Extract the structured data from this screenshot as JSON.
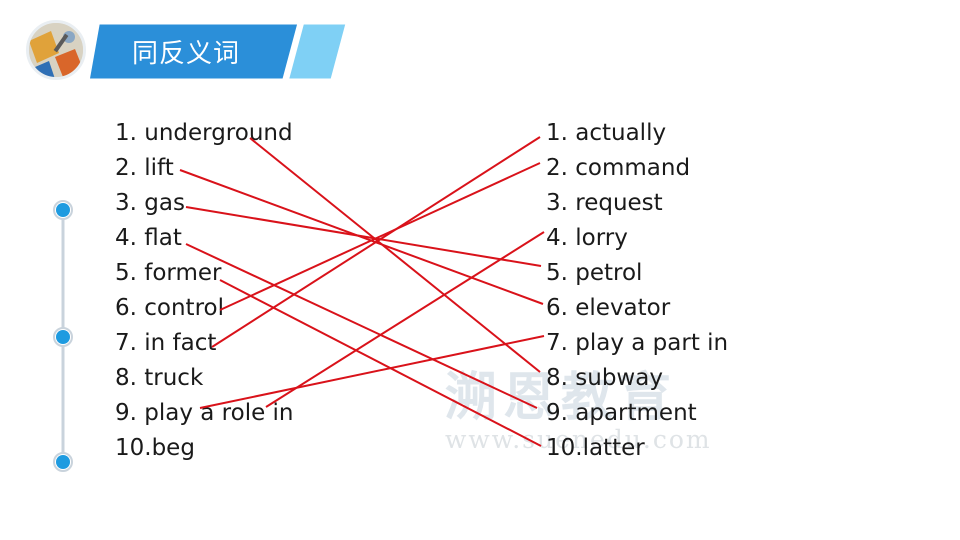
{
  "header": {
    "title": "同反义词"
  },
  "left_words": [
    "1. underground",
    "2. lift",
    "3. gas",
    "4. flat",
    "5. former",
    "6. control",
    "7. in fact",
    "8. truck",
    "9. play a role in",
    "10.beg"
  ],
  "right_words": [
    "1. actually",
    "2. command",
    "3. request",
    "4. lorry",
    "5. petrol",
    "6. elevator",
    "7. play a part in",
    "8. subway",
    "9. apartment",
    "10.latter"
  ],
  "watermark": {
    "name": "溯恩教育",
    "url": "www.suenedu.com"
  },
  "colors": {
    "banner": "#2b8fd9",
    "banner_accent": "#7fd0f5",
    "line": "#d9121a",
    "timeline_dot": "#1e9be0",
    "timeline_track": "#c9d3dc"
  }
}
